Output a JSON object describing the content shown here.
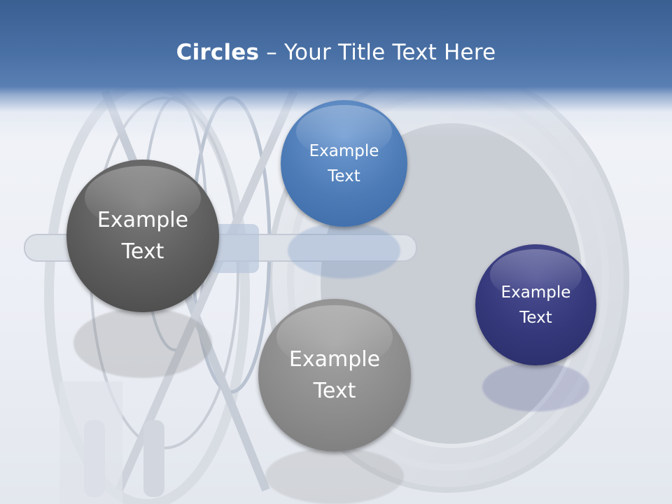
{
  "slide": {
    "title_bold": "Circles",
    "title_rest": " – Your Title Text Here",
    "colors": {
      "title_bar": "#4a71a6",
      "circle_dark": "#5c5c5c",
      "circle_blue": "#4d7bb6",
      "circle_gray": "#8c8c8c",
      "circle_navy": "#34387a"
    }
  },
  "circles": [
    {
      "label": "Example\nText"
    },
    {
      "label": "Example\nText"
    },
    {
      "label": "Example\nText"
    },
    {
      "label": "Example\nText"
    }
  ]
}
